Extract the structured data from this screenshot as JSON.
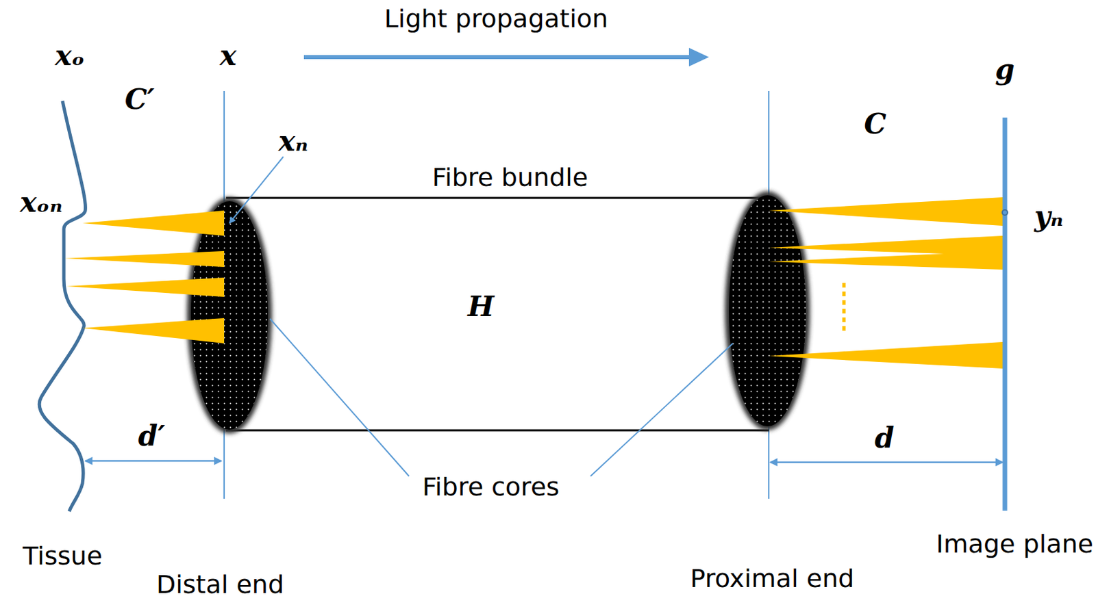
{
  "diagram": {
    "nodes": [
      {
        "text": [
          "Fibre bundle",
          "H"
        ]
      }
    ],
    "labels": [
      "Light propagation",
      "xₒ",
      "x",
      "C′",
      "xₙ",
      "xₒₙ",
      "g",
      "C",
      "yₙ",
      "Fibre cores",
      "d′",
      "d",
      "Tissue",
      "Distal end",
      "Proximal end",
      "Image plane"
    ]
  }
}
